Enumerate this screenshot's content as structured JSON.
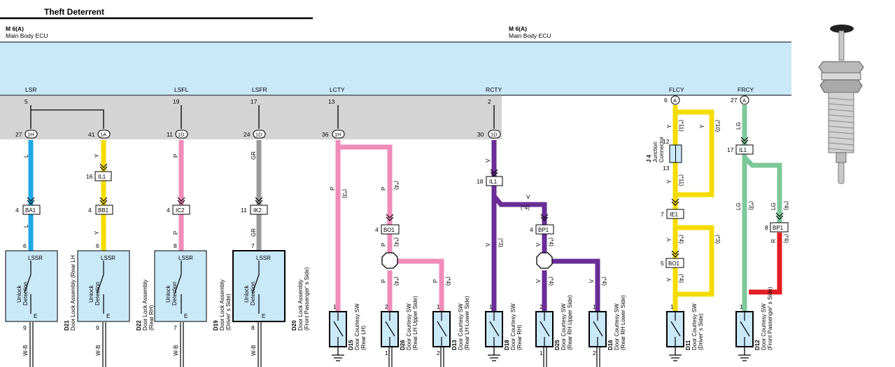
{
  "title": "Theft Deterrent",
  "ecu_left": {
    "code": "M 6(A)",
    "name": "Main Body ECU"
  },
  "ecu_right": {
    "code": "M 6(A)",
    "name": "Main Body ECU"
  },
  "signals": [
    "LSR",
    "LSFL",
    "LSFR",
    "LCTY",
    "RCTY",
    "FLCY",
    "FRCY"
  ],
  "ecu_pins": [
    "5",
    "19",
    "17",
    "13",
    "2",
    "6",
    "27"
  ],
  "ecu_pin_suffix": "A",
  "connector_pins": [
    {
      "pin": "27",
      "code": "1H"
    },
    {
      "pin": "41",
      "code": "1A"
    },
    {
      "pin": "11",
      "code": "1D"
    },
    {
      "pin": "24",
      "code": "1D"
    },
    {
      "pin": "36",
      "code": "1H"
    },
    {
      "pin": "30",
      "code": "1D"
    }
  ],
  "wire_colors": [
    "L",
    "Y",
    "P",
    "GR",
    "P",
    "V",
    "Y",
    "LG",
    "R",
    "W-B"
  ],
  "connector_boxes": [
    {
      "pin": "16",
      "code": "IL1"
    },
    {
      "pin": "18",
      "code": "IL1"
    },
    {
      "pin": "17",
      "code": "IL1"
    },
    {
      "pin": "4",
      "code": "BA1"
    },
    {
      "pin": "4",
      "code": "BB1"
    },
    {
      "pin": "4",
      "code": "IC2"
    },
    {
      "pin": "11",
      "code": "IK2"
    },
    {
      "pin": "4",
      "code": "BO1"
    },
    {
      "pin": "4",
      "code": "BP1"
    },
    {
      "pin": "7",
      "code": "IE1"
    },
    {
      "pin": "5",
      "code": "BO1"
    },
    {
      "pin": "8",
      "code": "BP1"
    }
  ],
  "notes": [
    "(*3)",
    "(*4)",
    "(*10)",
    "(*11)"
  ],
  "junction": {
    "code": "J 4",
    "name": "Junction Connector",
    "pin_top": "12",
    "pin_bottom": "13"
  },
  "lock_assemblies": [
    {
      "code": "D21",
      "name": "Door Lock Assembly (Rear LH",
      "sub": "",
      "pin_top": "6",
      "pin_bottom": "9"
    },
    {
      "code": "D22",
      "name": "Door Lock Assembly",
      "sub": "(Rear RH)",
      "pin_top": "6",
      "pin_bottom": "9"
    },
    {
      "code": "D19",
      "name": "Door Lock Assembly",
      "sub": "(Driver' s Side)",
      "pin_top": "8",
      "pin_bottom": "7"
    },
    {
      "code": "D20",
      "name": "Door Lock Assembly",
      "sub": "(Front Passenger' s Side)",
      "pin_top": "7",
      "pin_bottom": "8"
    }
  ],
  "lock_labels": {
    "terminal_top": "LSSR",
    "terminal_bottom": "E",
    "detect_1": "Unlock",
    "detect_2": "Detection"
  },
  "courtesy_switches": [
    {
      "code": "D15",
      "name": "Door Courtesy SW",
      "sub": "(Rear LH)",
      "pin": "1",
      "pin_b": ""
    },
    {
      "code": "D26",
      "name": "Door Courtesy SW",
      "sub": "(Rear LH Upper Side)",
      "pin": "2",
      "pin_b": "1"
    },
    {
      "code": "D13",
      "name": "Door Courtesy SW",
      "sub": "(Rear LH Lower Side)",
      "pin": "1",
      "pin_b": "2"
    },
    {
      "code": "D18",
      "name": "Door Courtesy SW",
      "sub": "(Rear RH)",
      "pin": "1",
      "pin_b": ""
    },
    {
      "code": "D25",
      "name": "Door Courtesy SW",
      "sub": "(Rear RH Upper Side)",
      "pin": "2",
      "pin_b": "1"
    },
    {
      "code": "D16",
      "name": "Door Courtesy SW",
      "sub": "(Rear RH Lower Side)",
      "pin": "1",
      "pin_b": "2"
    },
    {
      "code": "D11",
      "name": "Door Courtesy SW",
      "sub": "(Driver' s Side)",
      "pin": "1",
      "pin_b": ""
    },
    {
      "code": "D12",
      "name": "Door Courtesy SW",
      "sub": "(Front Passenger' s Side)",
      "pin": "1",
      "pin_b": ""
    }
  ],
  "colors": {
    "ecu_fill": "#c9e8f8",
    "gray_band": "#d4d4d4",
    "L": "#1ea7e6",
    "Y": "#f5dc00",
    "P": "#f08cba",
    "GR": "#9a9a9a",
    "V": "#6a2d96",
    "LG": "#7dc89a",
    "R": "#e31e24",
    "box_fill": "#c9e8f8"
  },
  "photo": {
    "icon": "door-courtesy-pin-switch-photo"
  }
}
